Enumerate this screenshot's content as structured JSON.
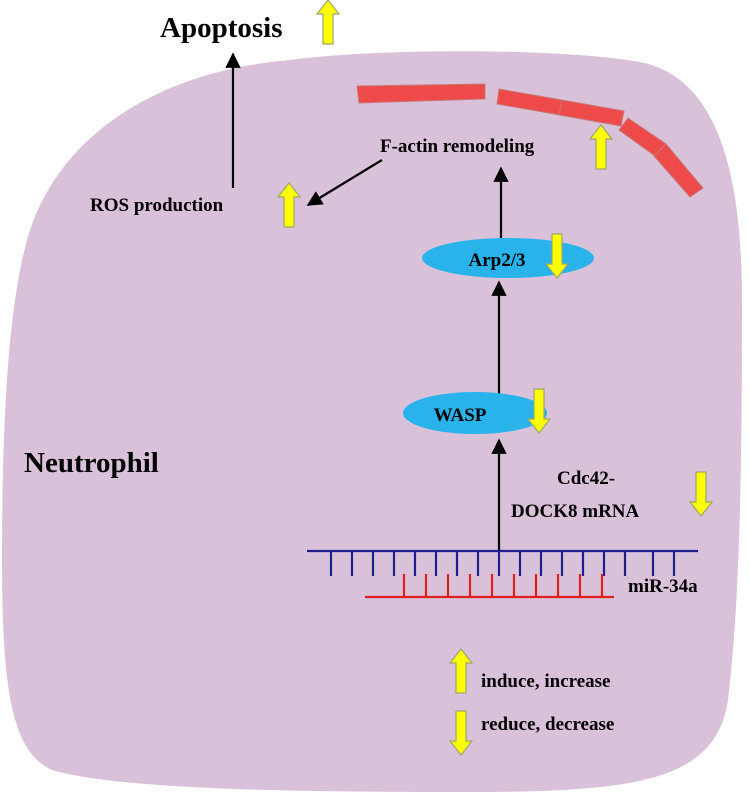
{
  "labels": {
    "apoptosis": "Apoptosis",
    "factin": "F-actin remodeling",
    "ros": "ROS production",
    "arp": "Arp2/3",
    "wasp": "WASP",
    "cdc42_line1": "Cdc42-",
    "cdc42_line2": "DOCK8 mRNA",
    "mir": "miR-34a",
    "cell": "Neutrophil"
  },
  "legend": {
    "up_label": "induce, increase",
    "down_label": "reduce, decrease"
  },
  "colors": {
    "cell_fill": "#d9c2d9",
    "node_fill": "#29b3ea",
    "arrow_fill": "#ffff00",
    "arrow_stroke": "#9aa86a",
    "actin_fill": "#ee4a4a",
    "mrna_strand": "#1f1f8c",
    "mirna_strand": "#e02020"
  },
  "icons": {
    "up": "yellow-up-arrow-icon",
    "down": "yellow-down-arrow-icon"
  }
}
